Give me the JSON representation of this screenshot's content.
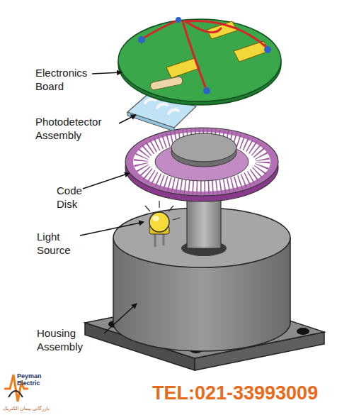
{
  "diagram": {
    "labels": [
      "Electronics Board",
      "Photodetector Assembly",
      "Code Disk",
      "Light Source",
      "Housing Assembly",
      "TEL:021-33993009",
      "Peyman Electric",
      "بازرگانی پیمان الکتریک"
    ]
  }
}
